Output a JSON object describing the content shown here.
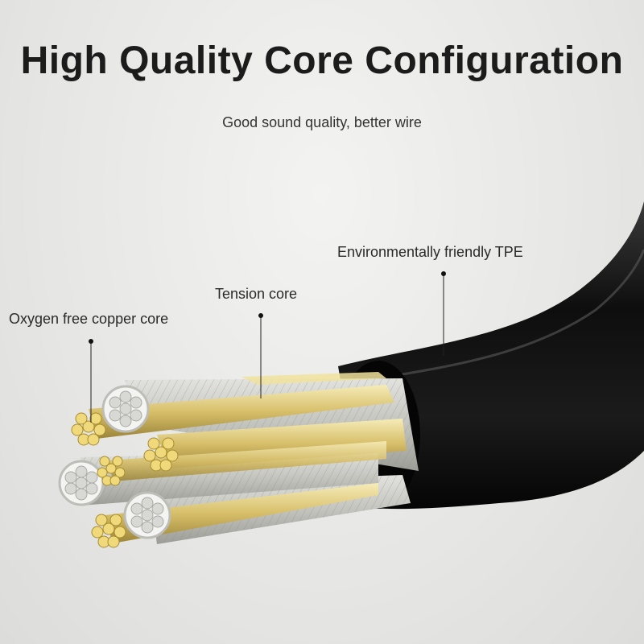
{
  "header": {
    "title": "High Quality Core Configuration",
    "subtitle": "Good sound quality, better wire"
  },
  "callouts": {
    "tpe": "Environmentally friendly TPE",
    "tension": "Tension core",
    "copper": "Oxygen free copper core"
  },
  "colors": {
    "sheath": "#111111",
    "copper": "#e8d68a",
    "tension": "#cfcfcb",
    "background": "#e9e9e7"
  }
}
